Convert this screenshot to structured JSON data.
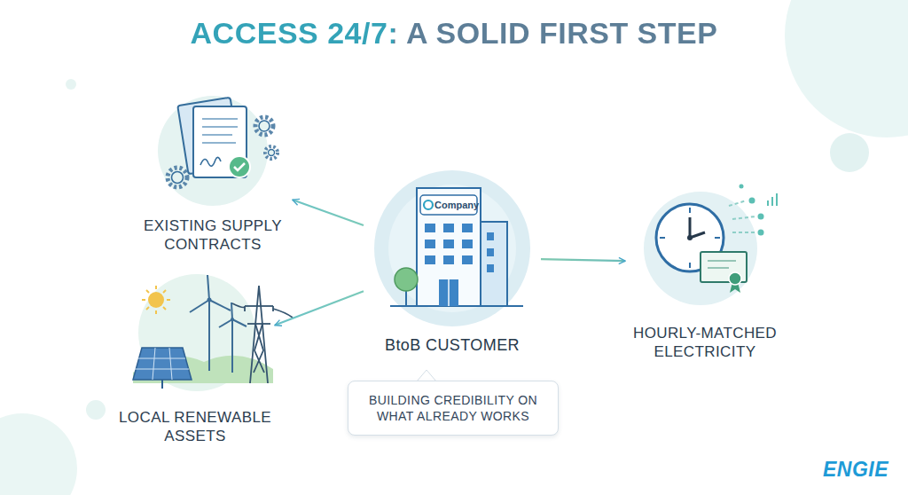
{
  "diagram": {
    "title": "ACCESS 24/7: A SOLID FIRST STEP",
    "nodes": [
      {
        "text": [
          "EXISTING SUPPLY CONTRACTS"
        ]
      },
      {
        "text": [
          "BtoB CUSTOMER"
        ]
      },
      {
        "text": [
          "HOURLY-MATCHED ELECTRICITY"
        ]
      },
      {
        "text": [
          "LOCAL RENEWABLE ASSETS"
        ]
      },
      {
        "text": [
          "BUILDING CREDIBILITY ON WHAT ALREADY WORKS"
        ]
      }
    ],
    "edges": [
      {
        "from": 1,
        "to": 0,
        "arrow": "to"
      },
      {
        "from": 1,
        "to": 3,
        "arrow": "to"
      },
      {
        "from": 1,
        "to": 2,
        "arrow": "to"
      }
    ],
    "labels": [
      "Company",
      "ENGIE"
    ]
  }
}
